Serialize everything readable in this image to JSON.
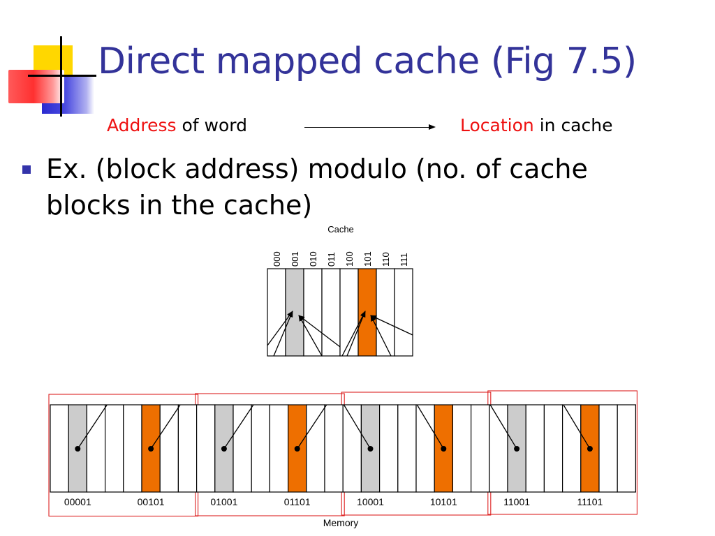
{
  "title": "Direct mapped cache (Fig 7.5)",
  "subtitle": {
    "address_red": "Address",
    "address_rest": "of word",
    "location_red": "Location",
    "location_rest": "in cache"
  },
  "bullet": "Ex. (block address) modulo (no. of cache blocks in the cache)",
  "diagram": {
    "cache_label": "Cache",
    "memory_label": "Memory",
    "cache_indices": [
      "000",
      "001",
      "010",
      "011",
      "100",
      "101",
      "110",
      "111"
    ],
    "highlight_gray_index": "001",
    "highlight_orange_index": "101",
    "memory_labels": [
      "00001",
      "00101",
      "01001",
      "01101",
      "10001",
      "10101",
      "11001",
      "11101"
    ],
    "memory_groups": 4,
    "cells_per_group": 8,
    "colors": {
      "gray": "#cccccc",
      "orange": "#ee6f00",
      "group_box": "#dd2222",
      "line": "#000000"
    }
  }
}
